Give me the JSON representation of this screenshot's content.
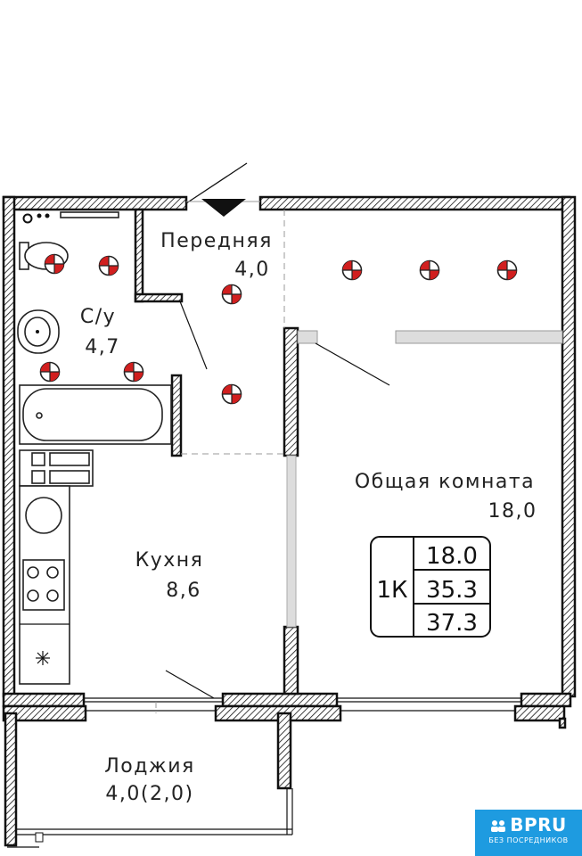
{
  "rooms": {
    "hall": {
      "name": "Передняя",
      "area": "4,0"
    },
    "bath": {
      "name": "С/у",
      "area": "4,7"
    },
    "living": {
      "name": "Общая комната",
      "area": "18,0"
    },
    "kitchen": {
      "name": "Кухня",
      "area": "8,6"
    },
    "loggia": {
      "name": "Лоджия",
      "area": "4,0(2,0)"
    }
  },
  "summary": {
    "type": "1К",
    "living_area": "18.0",
    "total_area": "35.3",
    "total_with_loggia": "37.3"
  },
  "badge": {
    "brand": "BPRU",
    "tagline": "БЕЗ ПОСРЕДНИКОВ",
    "color": "#1e9be0"
  },
  "markers": {
    "color": "#d11f1f",
    "icon": "electrical-point-icon"
  }
}
